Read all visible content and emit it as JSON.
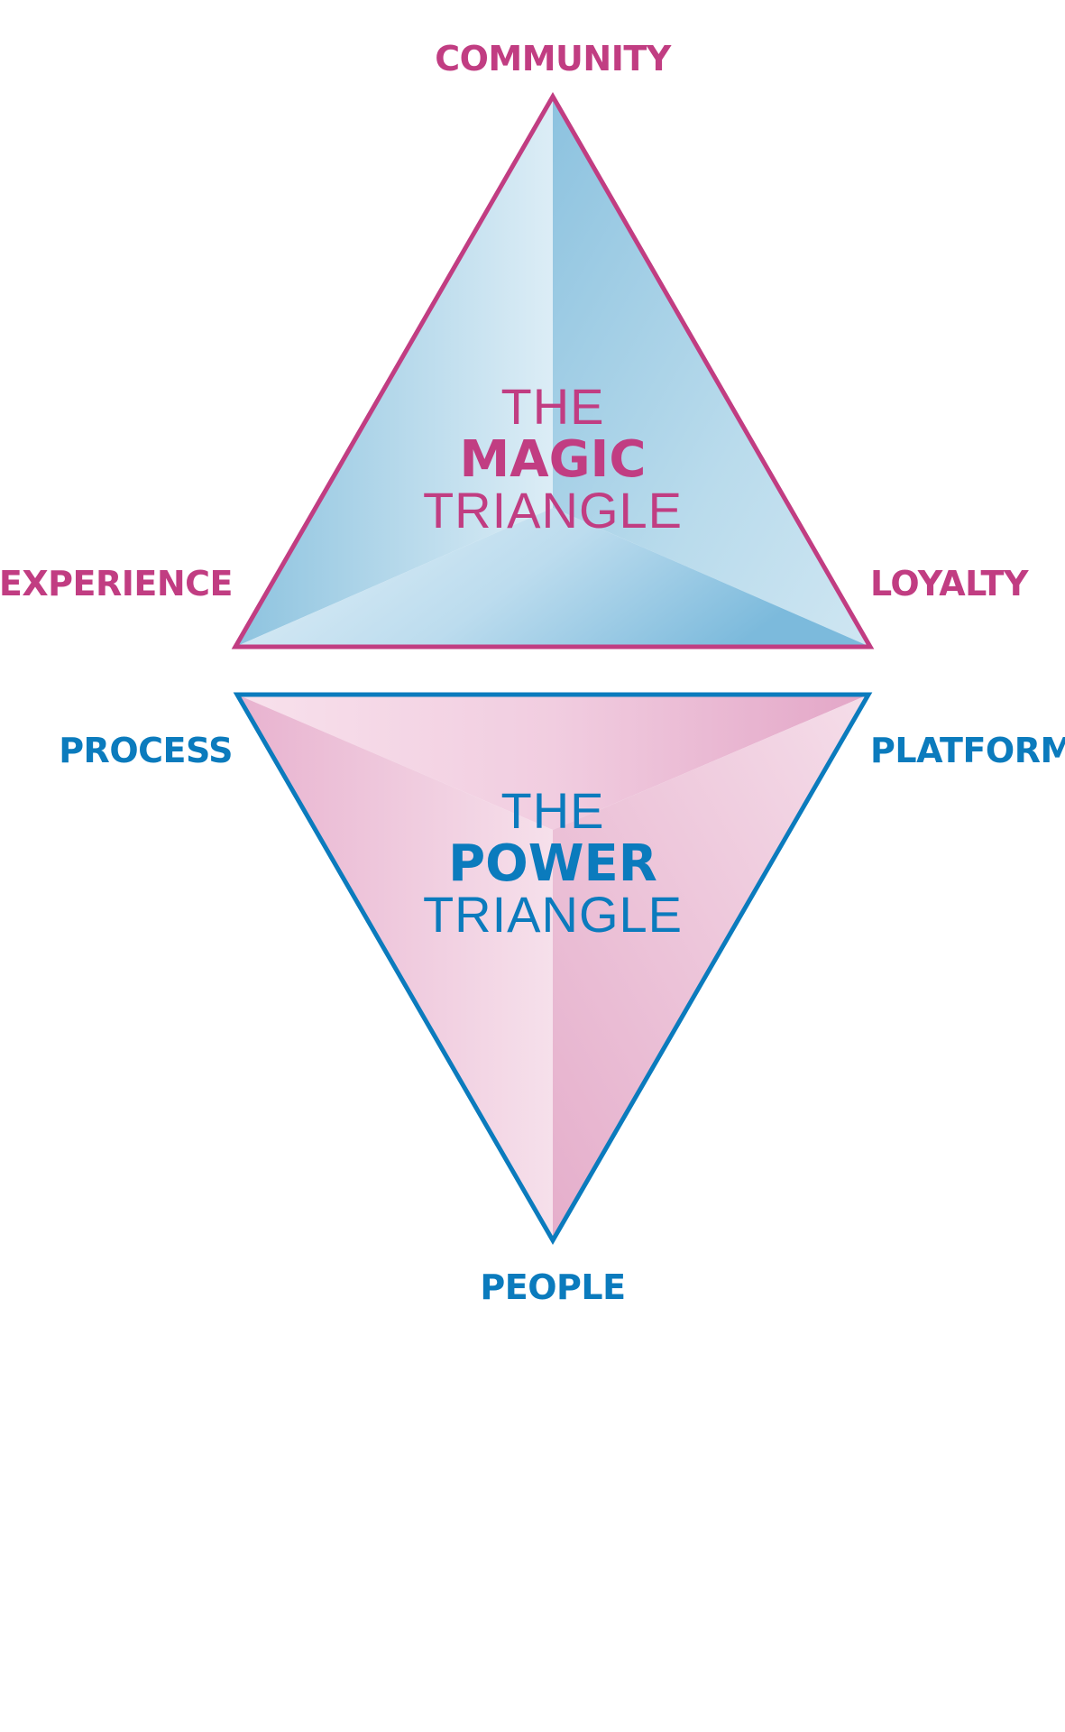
{
  "colors": {
    "magenta": "#c13d82",
    "blue": "#0b7bbd"
  },
  "magic_triangle": {
    "title_top": "THE",
    "title_main": "MAGIC",
    "title_bottom": "TRIANGLE",
    "vertices": {
      "top": "COMMUNITY",
      "left": "EXPERIENCE",
      "right": "LOYALTY"
    }
  },
  "power_triangle": {
    "title_top": "THE",
    "title_main": "POWER",
    "title_bottom": "TRIANGLE",
    "vertices": {
      "left": "PROCESS",
      "right": "PLATFORM",
      "bottom": "PEOPLE"
    }
  }
}
